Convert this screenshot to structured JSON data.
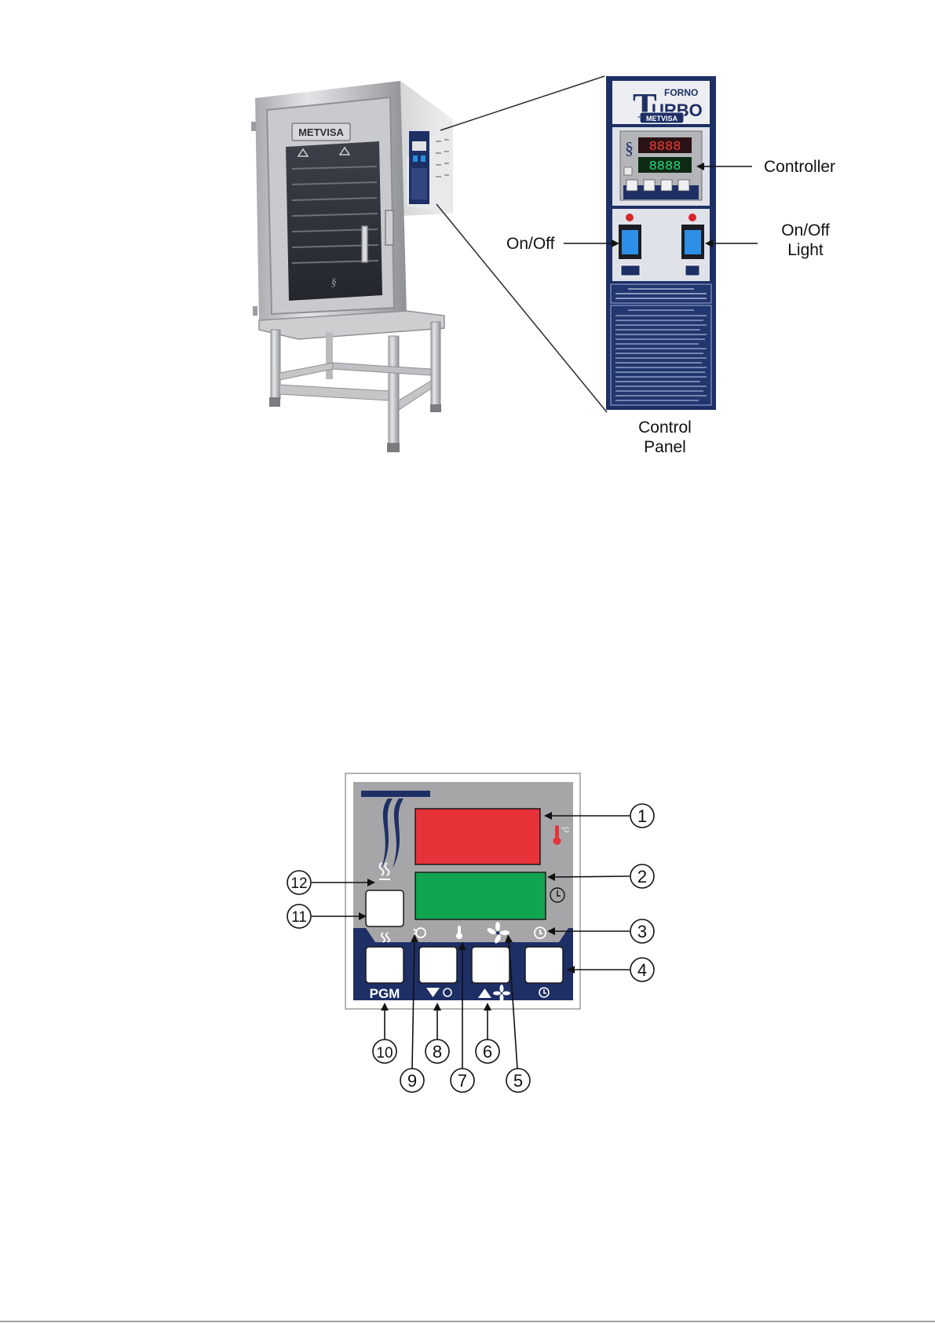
{
  "labels": {
    "controller": "Controller",
    "on_off": "On/Off",
    "on_off_light_1": "On/Off",
    "on_off_light_2": "Light",
    "control_panel_1": "Control",
    "control_panel_2": "Panel"
  },
  "oven": {
    "brand": "METVISA"
  },
  "panel": {
    "forno": "FORNO",
    "urbo": "URBO",
    "brand": "METVISA"
  },
  "controller_diagram": {
    "pgm_label": "PGM",
    "callouts": [
      "1",
      "2",
      "3",
      "4",
      "5",
      "6",
      "7",
      "8",
      "9",
      "10",
      "11",
      "12"
    ]
  },
  "colors": {
    "panel_navy": "#1e2f66",
    "display_red": "#e8323a",
    "display_green": "#12a551",
    "panel_grey": "#a6a6a8",
    "steel": "#c8c9cb"
  },
  "icons": {
    "thermometer": "thermometer-icon",
    "clock": "clock-icon",
    "fan": "fan-icon",
    "steam": "steam-icon",
    "arrow_down": "arrow-down-icon",
    "arrow_up": "arrow-up-icon"
  }
}
